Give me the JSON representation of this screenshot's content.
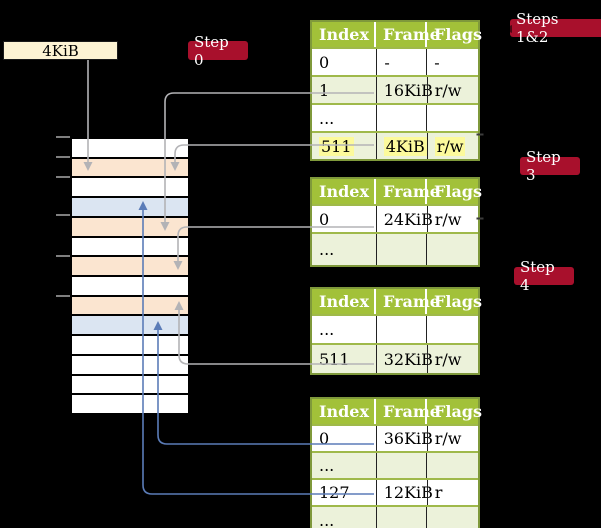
{
  "colors": {
    "background": "#000000",
    "table_header_green": "#a2c139",
    "table_border_olive": "#7f993b",
    "row_shade_green": "#ecf2da",
    "highlight_yellow": "#fcfa9c",
    "memory_peach": "#fbe5d0",
    "memory_blue": "#dbe5f2",
    "step_label_red": "#a8102c",
    "frame_box_cream": "#fdf3d3",
    "arrow_gray": "#b3b3b6",
    "arrow_blue": "#5b7cb8"
  },
  "frame_box": {
    "label": "4KiB"
  },
  "step_labels": {
    "step0": "Step 0",
    "steps_1_2": "Steps 1&2",
    "step3": "Step 3",
    "step4": "Step 4"
  },
  "memory_column": {
    "rows": [
      {
        "fill": "white"
      },
      {
        "fill": "peach"
      },
      {
        "fill": "white"
      },
      {
        "fill": "blue"
      },
      {
        "fill": "peach"
      },
      {
        "fill": "white"
      },
      {
        "fill": "peach"
      },
      {
        "fill": "white"
      },
      {
        "fill": "peach"
      },
      {
        "fill": "blue"
      },
      {
        "fill": "white"
      },
      {
        "fill": "white"
      },
      {
        "fill": "white"
      },
      {
        "fill": "white"
      }
    ]
  },
  "tables": [
    {
      "headers": [
        "Index",
        "Frame",
        "Flags"
      ],
      "rows": [
        {
          "cells": [
            "0",
            "-",
            "-"
          ]
        },
        {
          "cells": [
            "1",
            "16KiB",
            "r/w"
          ]
        },
        {
          "cells": [
            "...",
            "",
            ""
          ]
        },
        {
          "cells": [
            "511",
            "4KiB",
            "r/w"
          ]
        }
      ]
    },
    {
      "headers": [
        "Index",
        "Frame",
        "Flags"
      ],
      "rows": [
        {
          "cells": [
            "0",
            "24KiB",
            "r/w"
          ]
        },
        {
          "cells": [
            "...",
            "",
            ""
          ]
        }
      ]
    },
    {
      "headers": [
        "Index",
        "Frame",
        "Flags"
      ],
      "rows": [
        {
          "cells": [
            "...",
            "",
            ""
          ]
        },
        {
          "cells": [
            "511",
            "32KiB",
            "r/w"
          ]
        }
      ]
    },
    {
      "headers": [
        "Index",
        "Frame",
        "Flags"
      ],
      "rows": [
        {
          "cells": [
            "0",
            "36KiB",
            "r/w"
          ]
        },
        {
          "cells": [
            "...",
            "",
            ""
          ]
        },
        {
          "cells": [
            "127",
            "12KiB",
            "r"
          ]
        },
        {
          "cells": [
            "...",
            "",
            ""
          ]
        }
      ]
    }
  ]
}
